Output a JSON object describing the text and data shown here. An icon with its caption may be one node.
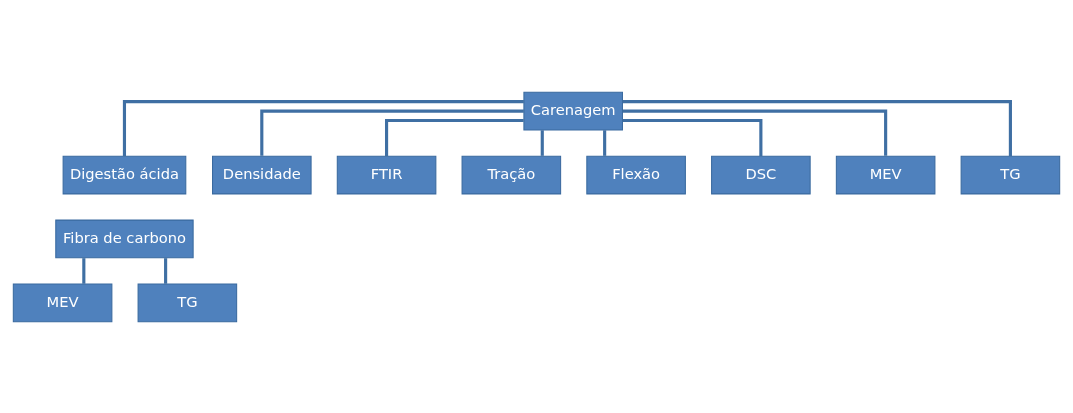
{
  "diagram": {
    "nodes": [
      {
        "text": [
          "Carenagem"
        ]
      },
      {
        "text": [
          "Digestão ácida"
        ]
      },
      {
        "text": [
          "Densidade"
        ]
      },
      {
        "text": [
          "FTIR"
        ]
      },
      {
        "text": [
          "Tração"
        ]
      },
      {
        "text": [
          "Flexão"
        ]
      },
      {
        "text": [
          "DSC"
        ]
      },
      {
        "text": [
          "MEV"
        ]
      },
      {
        "text": [
          "TG"
        ]
      },
      {
        "text": [
          "Fibra de carbono"
        ]
      },
      {
        "text": [
          "MEV"
        ]
      },
      {
        "text": [
          "TG"
        ]
      }
    ],
    "edges": [
      {
        "from": 0,
        "to": 1,
        "arrow": "none"
      },
      {
        "from": 0,
        "to": 2,
        "arrow": "none"
      },
      {
        "from": 0,
        "to": 3,
        "arrow": "none"
      },
      {
        "from": 0,
        "to": 4,
        "arrow": "none"
      },
      {
        "from": 0,
        "to": 5,
        "arrow": "none"
      },
      {
        "from": 0,
        "to": 6,
        "arrow": "none"
      },
      {
        "from": 0,
        "to": 7,
        "arrow": "none"
      },
      {
        "from": 0,
        "to": 8,
        "arrow": "none"
      },
      {
        "from": 9,
        "to": 10,
        "arrow": "none"
      },
      {
        "from": 9,
        "to": 11,
        "arrow": "none"
      }
    ]
  }
}
